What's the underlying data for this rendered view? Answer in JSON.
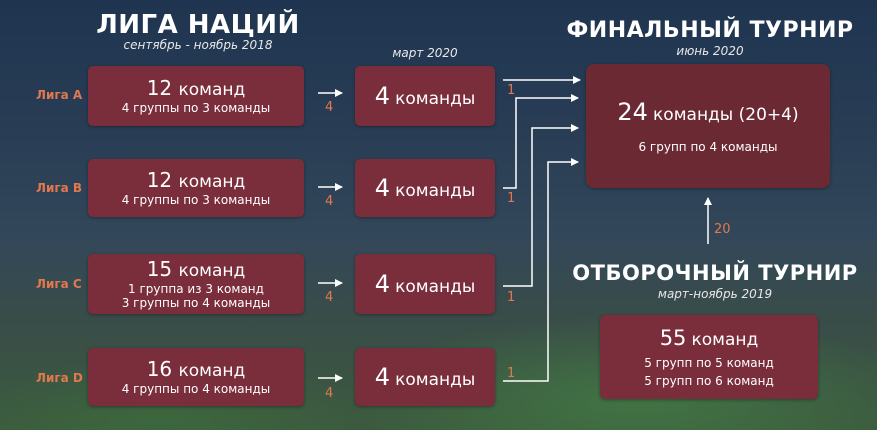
{
  "left_header": {
    "title": "ЛИГА НАЦИЙ",
    "subtitle": "сентябрь - ноябрь 2018"
  },
  "middle_header": {
    "subtitle": "март 2020"
  },
  "final": {
    "title": "ФИНАЛЬНЫЙ ТУРНИР",
    "subtitle": "июнь 2020",
    "count": "24",
    "count_suffix": "команды (20+4)",
    "detail": "6 групп по 4 команды"
  },
  "qualifying": {
    "title": "ОТБОРОЧНЫЙ ТУРНИР",
    "subtitle": "март-ноябрь 2019",
    "count": "55",
    "count_suffix": "команд",
    "detail_1": "5 групп по 5 команд",
    "detail_2": "5 групп по 6 команд",
    "arrow_label": "20"
  },
  "leagues": [
    {
      "name": "Лига A",
      "count": "12",
      "count_suffix": "команд",
      "detail_1": "4 группы по 3 команды",
      "detail_2": "",
      "arrow_label": "4",
      "playoff_count": "4",
      "playoff_suffix": "команды",
      "exit_label": "1"
    },
    {
      "name": "Лига B",
      "count": "12",
      "count_suffix": "команд",
      "detail_1": "4 группы по 3 команды",
      "detail_2": "",
      "arrow_label": "4",
      "playoff_count": "4",
      "playoff_suffix": "команды",
      "exit_label": "1"
    },
    {
      "name": "Лига C",
      "count": "15",
      "count_suffix": "команд",
      "detail_1": "1 группа из 3 команд",
      "detail_2": "3 группы по 4 команды",
      "arrow_label": "4",
      "playoff_count": "4",
      "playoff_suffix": "команды",
      "exit_label": "1"
    },
    {
      "name": "Лига D",
      "count": "16",
      "count_suffix": "команд",
      "detail_1": "4 группы по 4 команды",
      "detail_2": "",
      "arrow_label": "4",
      "playoff_count": "4",
      "playoff_suffix": "команды",
      "exit_label": "1"
    }
  ],
  "colors": {
    "box": "#7a2d3b",
    "final_box": "#6b2a33",
    "accent": "#e2784e"
  }
}
